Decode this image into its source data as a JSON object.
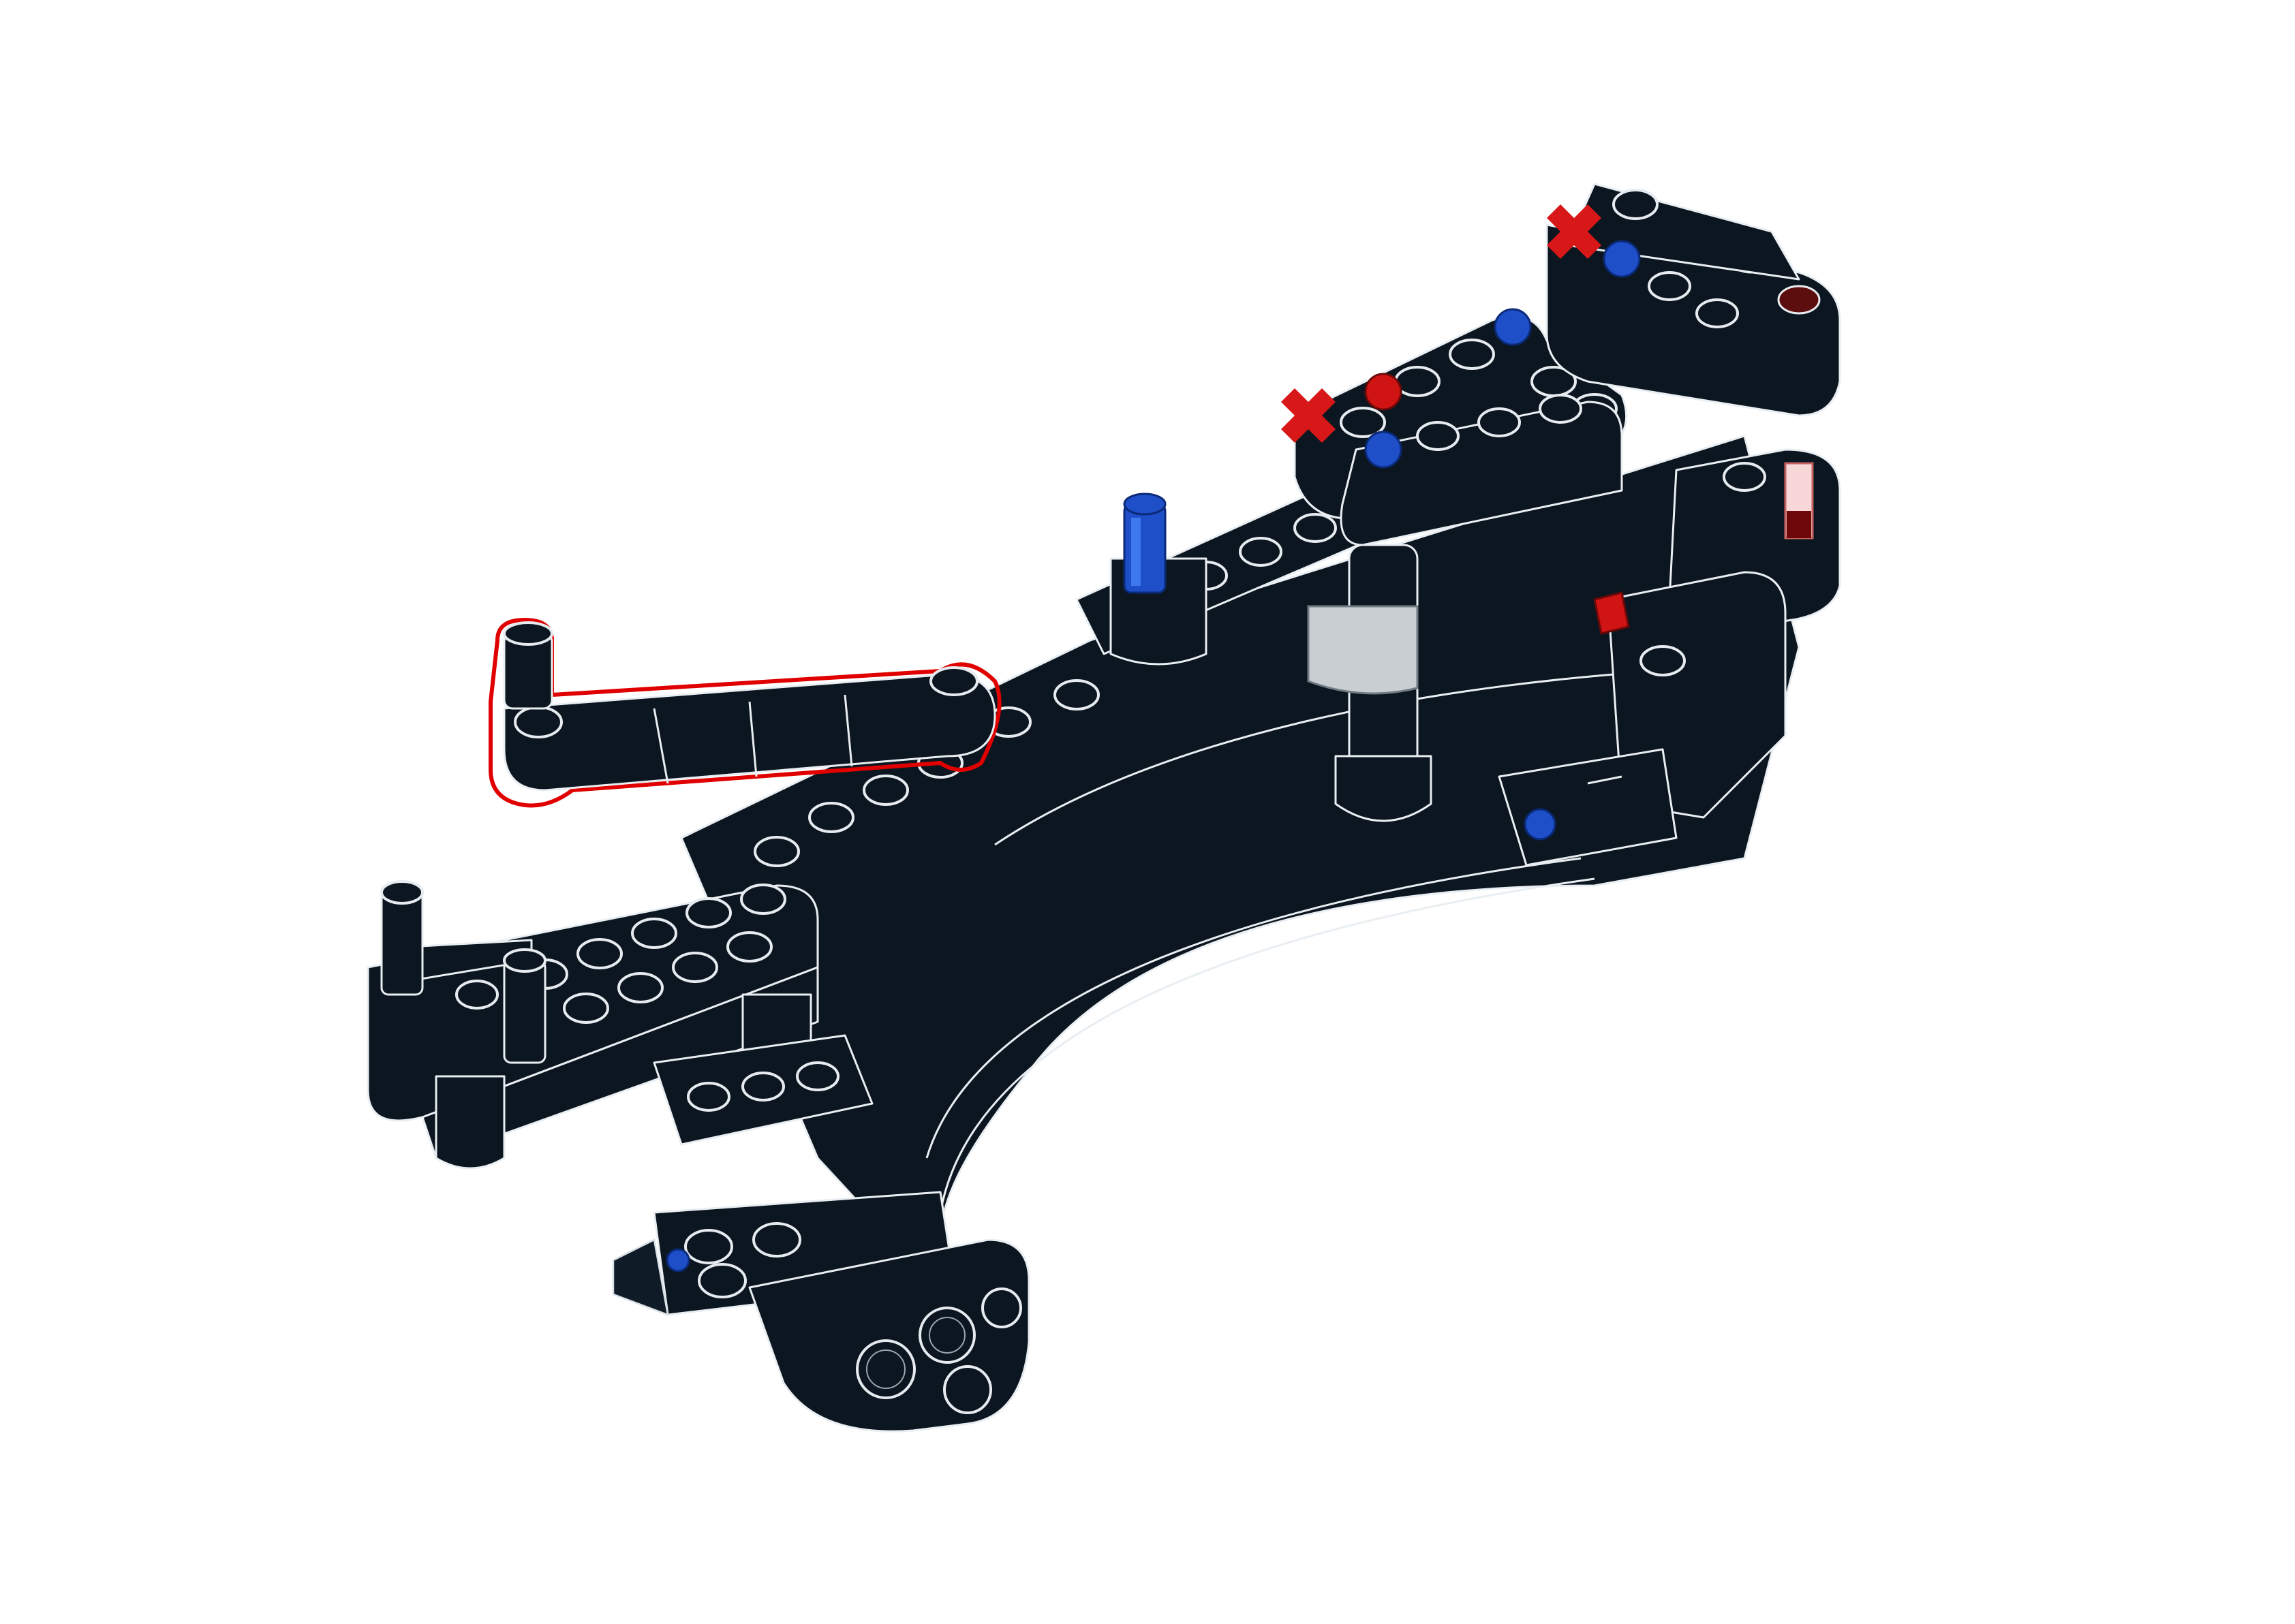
{
  "diagram": {
    "kind": "technic-assembly-step",
    "colors": {
      "beam": "#0b1620",
      "outline": "#e9eef2",
      "pin_blue": "#1e4fc8",
      "axle_red": "#d01414",
      "axle_dark_red": "#5c0d0d",
      "bushing_grey": "#c9ced3",
      "highlight": "#e00000"
    },
    "markers": [
      "red-x-marker",
      "red-x-marker"
    ],
    "highlighted_part": "link-arm"
  }
}
